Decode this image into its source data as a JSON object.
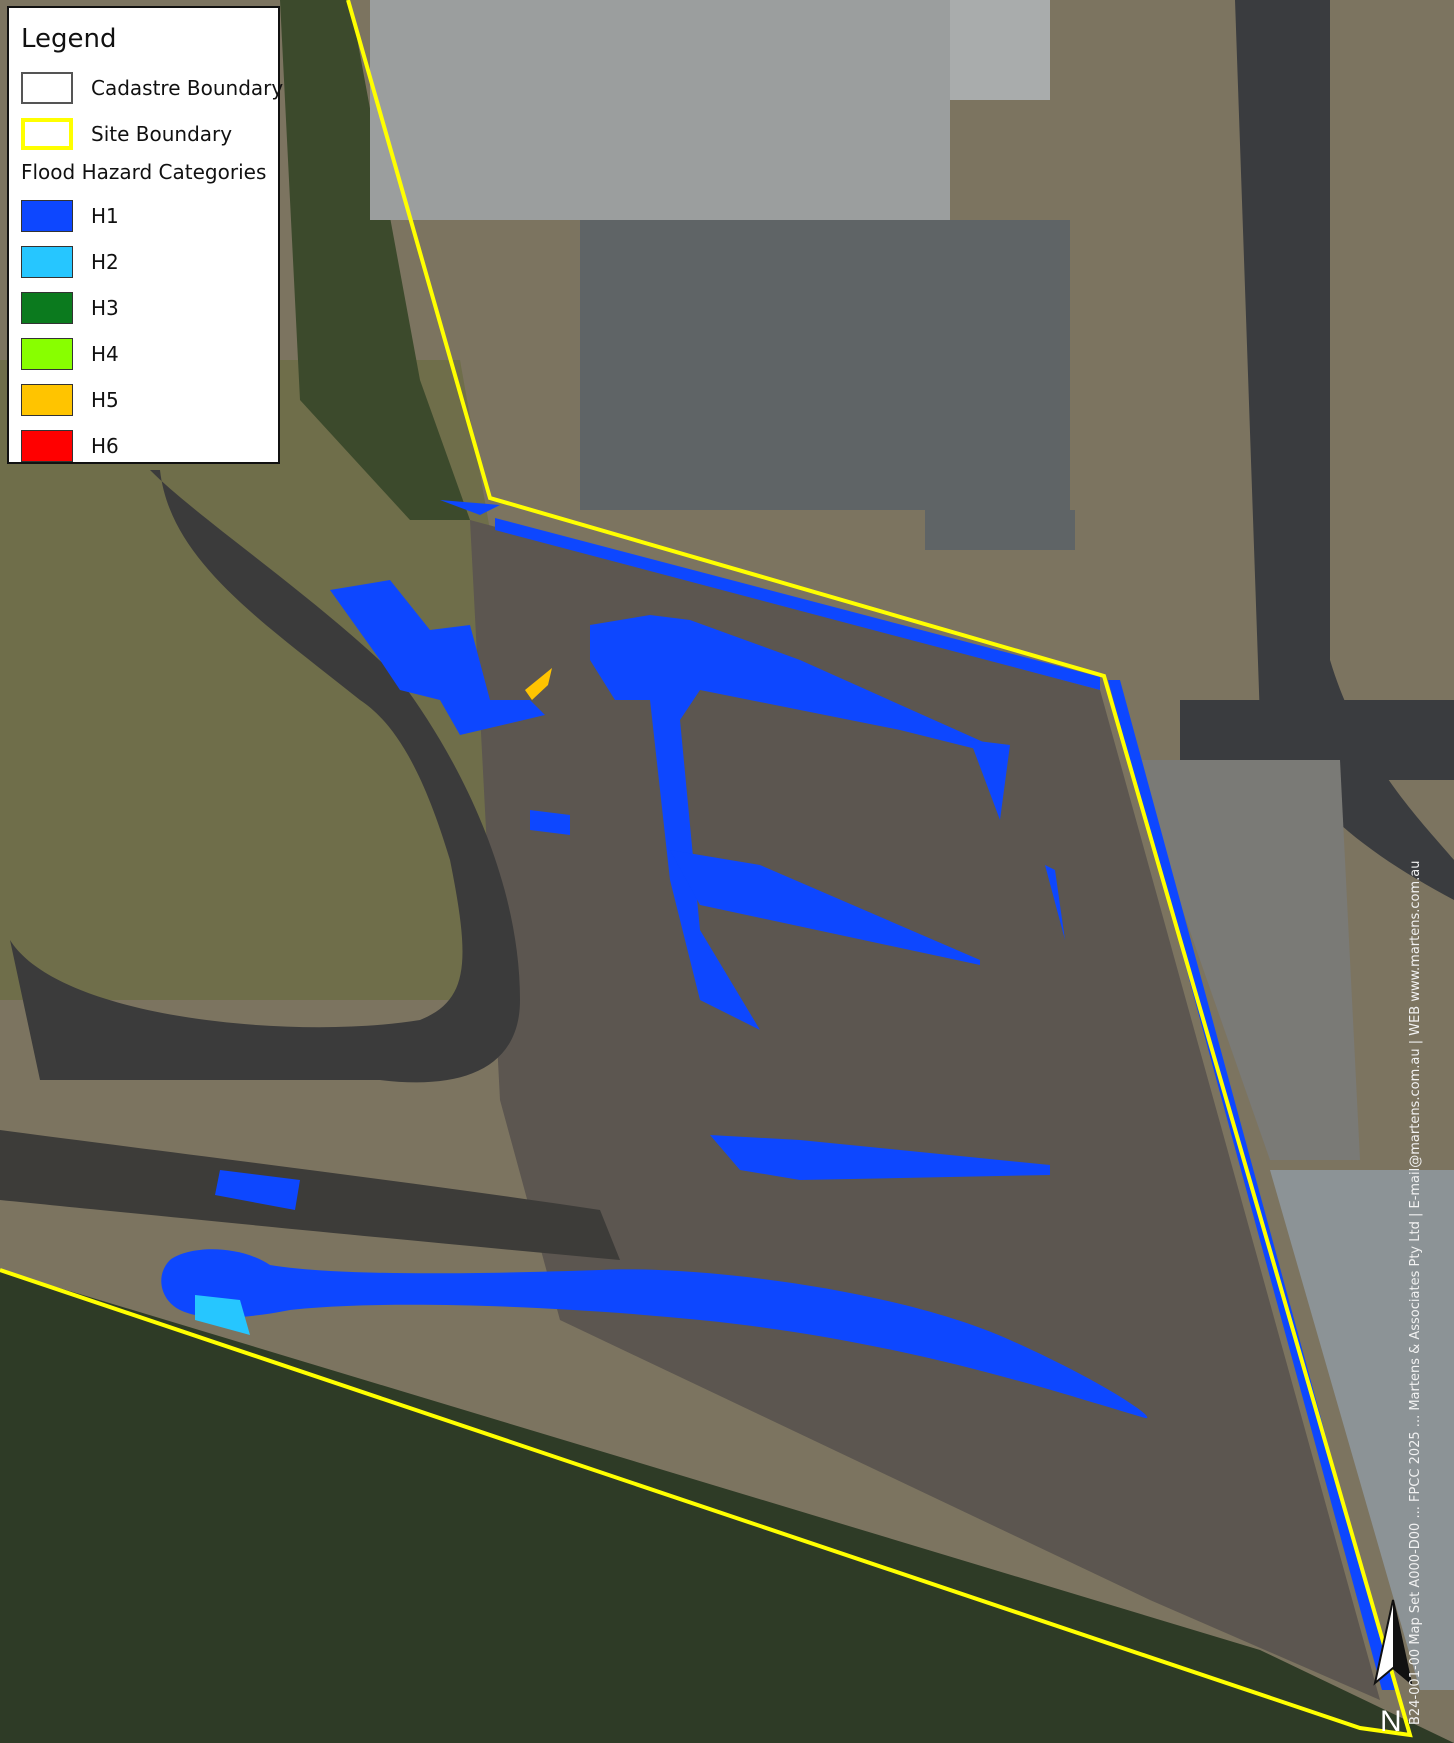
{
  "legend": {
    "title": "Legend",
    "items": [
      {
        "label": "Cadastre Boundary",
        "fill": "#ffffff",
        "stroke": "#555555"
      },
      {
        "label": "Site Boundary",
        "fill": "#ffffff",
        "stroke": "#ffff00"
      }
    ],
    "hazard_heading": "Flood Hazard Categories",
    "hazards": [
      {
        "label": "H1",
        "color": "#0d47ff"
      },
      {
        "label": "H2",
        "color": "#26c6ff"
      },
      {
        "label": "H3",
        "color": "#0b7a1e"
      },
      {
        "label": "H4",
        "color": "#88ff00"
      },
      {
        "label": "H5",
        "color": "#ffc400"
      },
      {
        "label": "H6",
        "color": "#ff0000"
      }
    ]
  },
  "north_arrow": {
    "label": "N"
  },
  "side_text": "B24-001-00 Map Set A000-D00 ... FPCC 2025 ... Martens & Associates Pty Ltd | E-mail@martens.com.au | WEB www.martens.com.au"
}
